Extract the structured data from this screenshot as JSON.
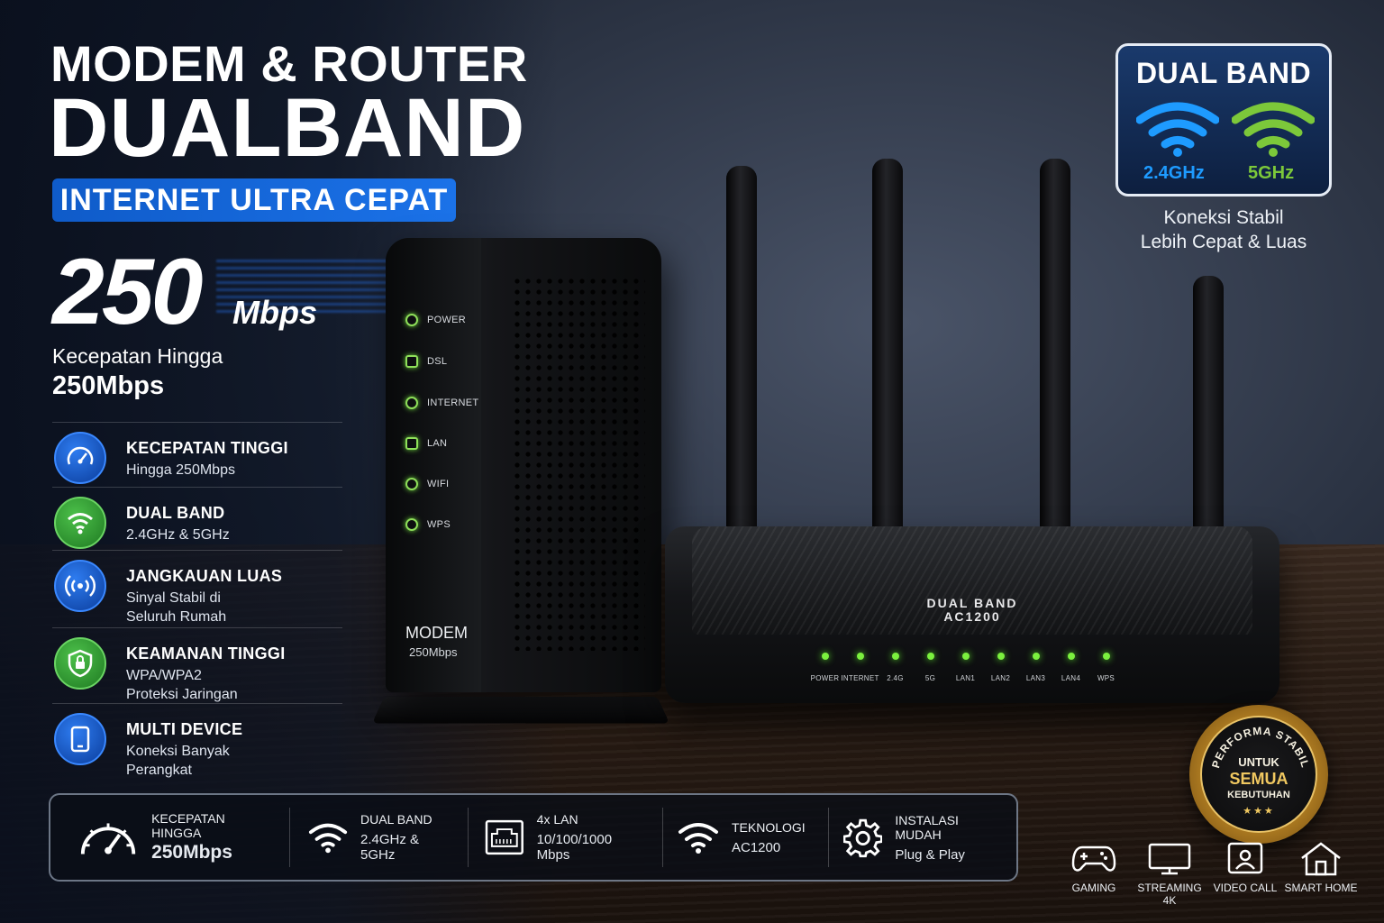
{
  "headline": {
    "line1": "MODEM & ROUTER",
    "line2": "DUALBAND",
    "pill": "INTERNET ULTRA CEPAT"
  },
  "speed": {
    "number": "250",
    "unit": "Mbps",
    "caption_line1": "Kecepatan Hingga",
    "caption_line2": "250Mbps"
  },
  "features": [
    {
      "title": "KECEPATAN TINGGI",
      "desc": "Hingga 250Mbps",
      "icon": "speedometer-icon",
      "color": "blue"
    },
    {
      "title": "DUAL BAND",
      "desc": "2.4GHz & 5GHz",
      "icon": "wifi-icon",
      "color": "green"
    },
    {
      "title": "JANGKAUAN LUAS",
      "desc": "Sinyal Stabil di\nSeluruh Rumah",
      "icon": "broadcast-icon",
      "color": "blue"
    },
    {
      "title": "KEAMANAN TINGGI",
      "desc": "WPA/WPA2\nProteksi Jaringan",
      "icon": "shield-lock-icon",
      "color": "green"
    },
    {
      "title": "MULTI DEVICE",
      "desc": "Koneksi Banyak\nPerangkat",
      "icon": "devices-icon",
      "color": "blue"
    }
  ],
  "modem": {
    "leds": [
      "POWER",
      "DSL",
      "INTERNET",
      "LAN",
      "WIFI",
      "WPS"
    ],
    "label": "MODEM",
    "sublabel": "250Mbps"
  },
  "router": {
    "brand_line1": "DUAL BAND",
    "brand_line2": "AC1200",
    "leds": [
      "POWER",
      "INTERNET",
      "2.4G",
      "5G",
      "LAN1",
      "LAN2",
      "LAN3",
      "LAN4",
      "WPS"
    ]
  },
  "dualband_box": {
    "title": "DUAL BAND",
    "band1": "2.4GHz",
    "band2": "5GHz",
    "band1_color": "#1e9bff",
    "band2_color": "#7cc83a",
    "caption_line1": "Koneksi Stabil",
    "caption_line2": "Lebih Cepat & Luas"
  },
  "seal": {
    "arc_text": "PERFORMA STABIL",
    "line1": "UNTUK",
    "line2": "SEMUA",
    "line3": "KEBUTUHAN",
    "stars": "★★★"
  },
  "specs": [
    {
      "line1": "KECEPATAN HINGGA",
      "line2": "250Mbps",
      "icon": "speedometer-icon"
    },
    {
      "line1": "DUAL BAND",
      "line2": "2.4GHz & 5GHz",
      "icon": "wifi-icon"
    },
    {
      "line1": "4x LAN",
      "line2": "10/100/1000 Mbps",
      "icon": "ethernet-port-icon"
    },
    {
      "line1": "TEKNOLOGI",
      "line2": "AC1200",
      "icon": "wifi-icon"
    },
    {
      "line1": "INSTALASI MUDAH",
      "line2": "Plug & Play",
      "icon": "gear-icon"
    }
  ],
  "uses": [
    {
      "label": "GAMING",
      "icon": "gamepad-icon"
    },
    {
      "label": "STREAMING\n4K",
      "icon": "monitor-icon"
    },
    {
      "label": "VIDEO CALL",
      "icon": "video-call-icon"
    },
    {
      "label": "SMART HOME",
      "icon": "home-icon"
    }
  ]
}
